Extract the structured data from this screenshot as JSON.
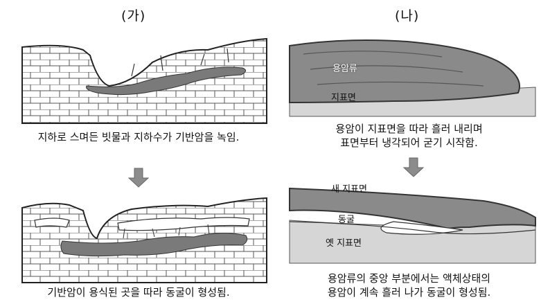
{
  "panel_a": {
    "title": "(가)",
    "caption_top": "지하로 스며든 빗물과 지하수가 기반암을 녹임.",
    "caption_bottom": "기반암이 용식된 곳을 따라 동굴이 형성됨."
  },
  "panel_b": {
    "title": "(나)",
    "label_lava": "용암류",
    "label_surface": "지표면",
    "caption_top_line1": "용암이 지표면을 따라 흘러 내리며",
    "caption_top_line2": "표면부터 냉각되어 굳기 시작함.",
    "label_new_surface": "새 지표면",
    "label_cave": "동굴",
    "label_old_surface": "옛 지표면",
    "caption_bottom_line1": "용암류의 중앙 부분에서는 액체상태의",
    "caption_bottom_line2": "용암이 계속 흘러 나가 동굴이 형성됨."
  },
  "colors": {
    "arrow": "#8c8c8c",
    "solution_channel": "#7a7a7a",
    "lava": "#8a8a8a",
    "ground": "#d6d6d6"
  },
  "icons": [
    "down-arrow-icon",
    "down-arrow-icon"
  ]
}
